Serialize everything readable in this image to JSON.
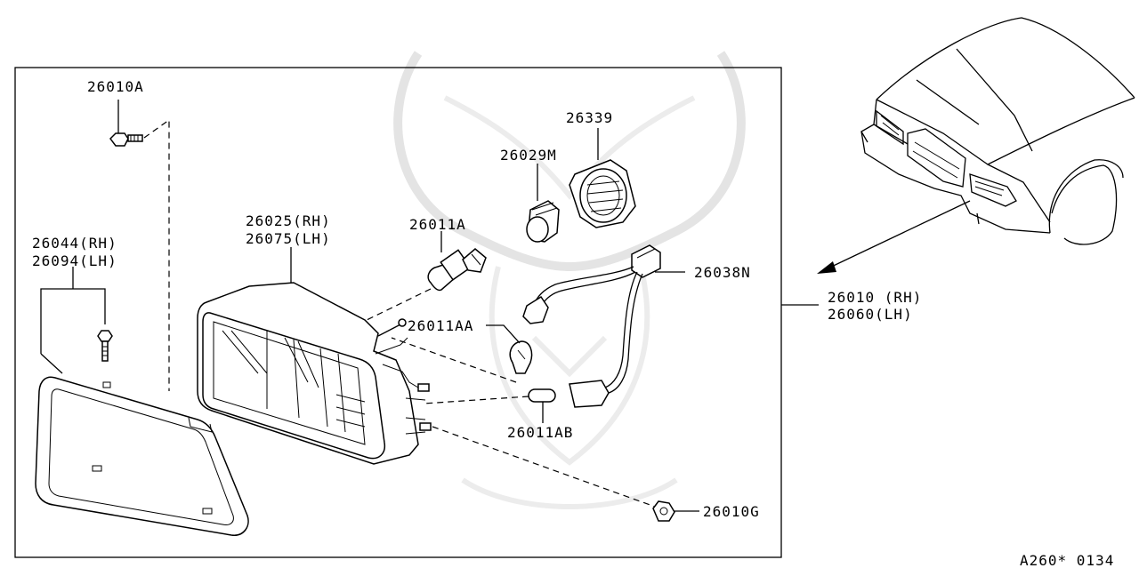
{
  "parts": {
    "p26010A": "26010A",
    "p26044": "26044(RH)",
    "p26094": "26094(LH)",
    "p26025": "26025(RH)",
    "p26075": "26075(LH)",
    "p26011A": "26011A",
    "p26029M": "26029M",
    "p26339": "26339",
    "p26038N": "26038N",
    "p26011AA": "26011AA",
    "p26011AB": "26011AB",
    "p26010G": "26010G",
    "p26010": "26010 (RH)",
    "p26060": "26060(LH)"
  },
  "diagram_code": "A260* 0134"
}
